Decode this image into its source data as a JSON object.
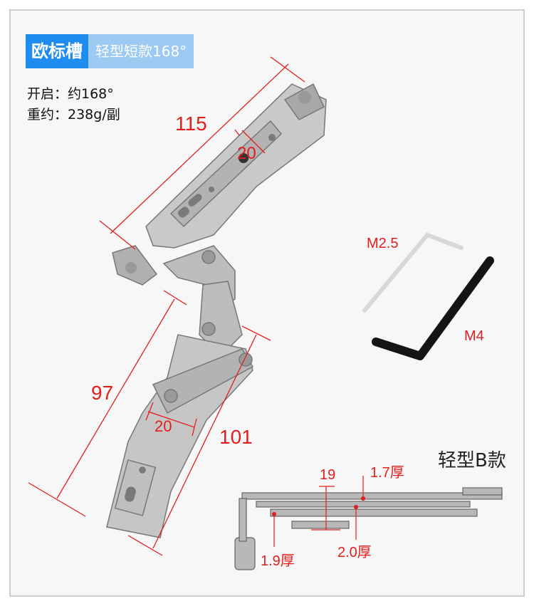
{
  "badge": {
    "series": "欧标槽",
    "model": "轻型短款168°"
  },
  "specs": {
    "open": "开启：约168°",
    "weight": "重约：238g/副"
  },
  "dimensions": {
    "top_length": "115",
    "top_width": "20",
    "bottom_left": "97",
    "bottom_width": "20",
    "bottom_right": "101"
  },
  "wrenches": {
    "small": "M2.5",
    "large": "M4"
  },
  "side_view": {
    "title": "轻型B款",
    "w19": "19",
    "t17": "1.7厚",
    "t19": "1.9厚",
    "t20": "2.0厚"
  },
  "colors": {
    "accent_blue": "#1f8df0",
    "light_blue": "#9ccaf2",
    "dimension_red": "#e21e1e"
  }
}
